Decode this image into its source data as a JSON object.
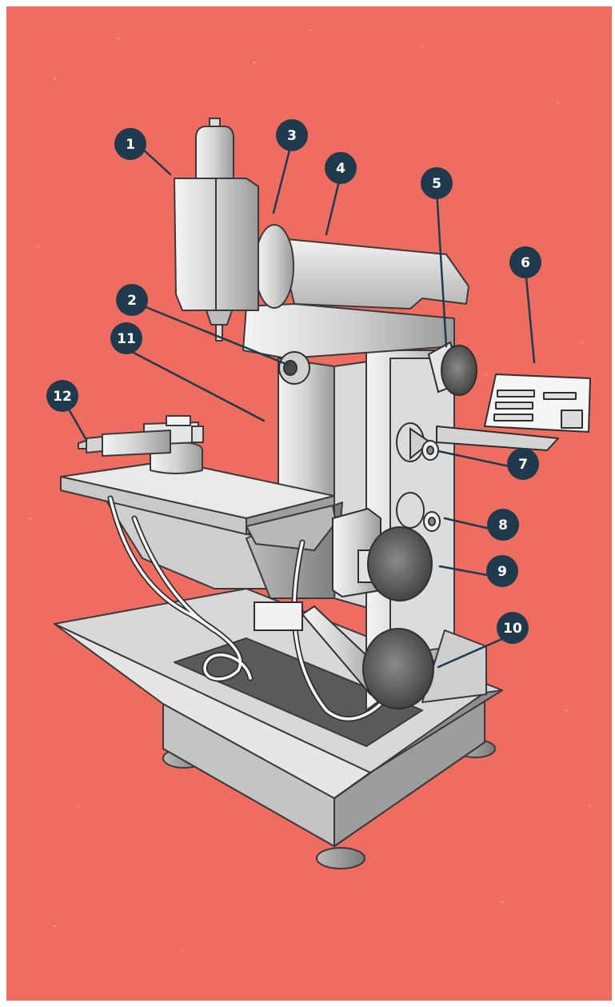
{
  "diagram": {
    "subject": "milling machine",
    "background_color": "#ee6d60",
    "callout_color": "#1f3a4d",
    "callouts": [
      {
        "id": "1",
        "label": "1"
      },
      {
        "id": "2",
        "label": "2"
      },
      {
        "id": "3",
        "label": "3"
      },
      {
        "id": "4",
        "label": "4"
      },
      {
        "id": "5",
        "label": "5"
      },
      {
        "id": "6",
        "label": "6"
      },
      {
        "id": "7",
        "label": "7"
      },
      {
        "id": "8",
        "label": "8"
      },
      {
        "id": "9",
        "label": "9"
      },
      {
        "id": "10",
        "label": "10"
      },
      {
        "id": "11",
        "label": "11"
      },
      {
        "id": "12",
        "label": "12"
      }
    ]
  }
}
